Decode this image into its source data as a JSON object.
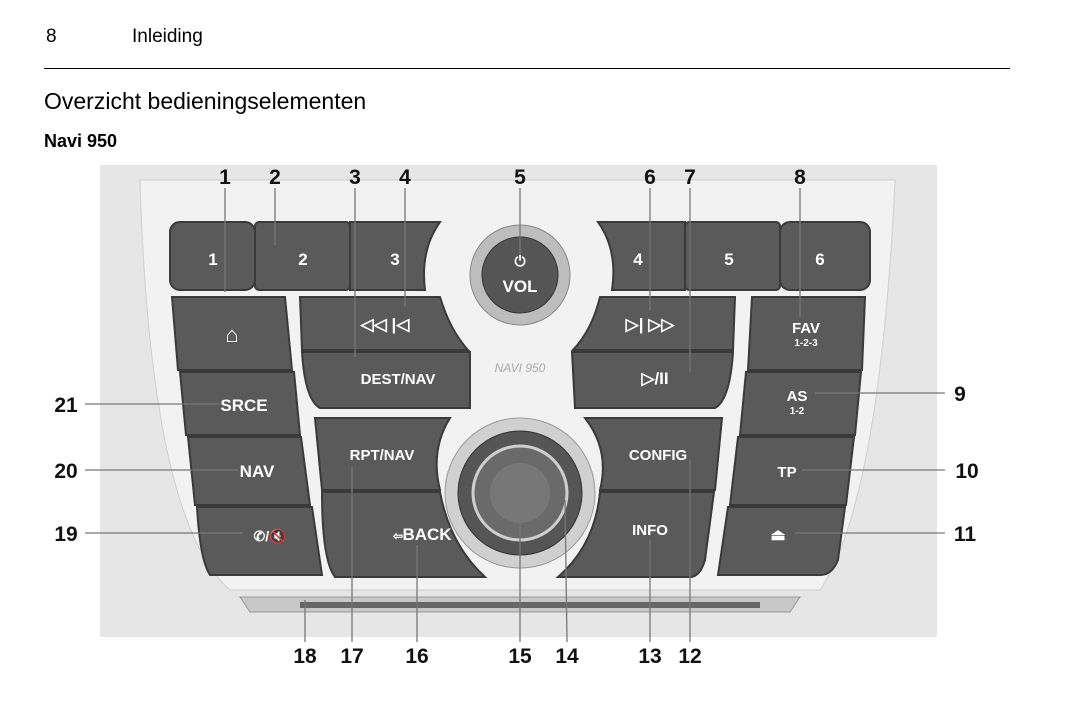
{
  "header": {
    "page_number": "8",
    "chapter": "Inleiding"
  },
  "section_title": "Overzicht bedieningselementen",
  "subsection_title": "Navi 950",
  "panel": {
    "presets": [
      "1",
      "2",
      "3",
      "4",
      "5",
      "6"
    ],
    "vol": "VOL",
    "brand": "NAVI 950",
    "dest_nav": "DEST/NAV",
    "srce": "SRCE",
    "nav": "NAV",
    "rpt_nav": "RPT/NAV",
    "back": "BACK",
    "config": "CONFIG",
    "info": "INFO",
    "fav": "FAV",
    "fav_sub": "1-2-3",
    "as": "AS",
    "as_sub": "1-2",
    "tp": "TP",
    "seek_back": "◁◁ |◁",
    "seek_fwd": "▷| ▷▷",
    "play_pause": "▷/II",
    "phone_mute": "✆/🔇"
  },
  "callouts": [
    "1",
    "2",
    "3",
    "4",
    "5",
    "6",
    "7",
    "8",
    "9",
    "10",
    "11",
    "12",
    "13",
    "14",
    "15",
    "16",
    "17",
    "18",
    "19",
    "20",
    "21"
  ]
}
